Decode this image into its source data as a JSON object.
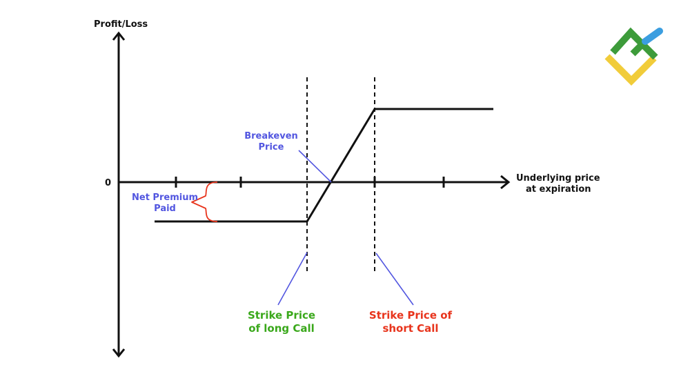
{
  "axes": {
    "y_label": "Profit/Loss",
    "zero_label": "0",
    "x_label_line1": "Underlying price",
    "x_label_line2": "at expiration"
  },
  "annotations": {
    "breakeven_line1": "Breakeven",
    "breakeven_line2": "Price",
    "net_premium_line1": "Net Premium",
    "net_premium_line2": "Paid",
    "long_call_line1": "Strike Price",
    "long_call_line2": "of long Call",
    "short_call_line1": "Strike Price of",
    "short_call_line2": "short Call"
  },
  "colors": {
    "axis": "#111111",
    "payoff": "#111111",
    "label_blue": "#5256e0",
    "brace_red": "#e8341c",
    "long_call_green": "#3aa81b",
    "short_call_red": "#e8341c",
    "logo_green": "#3d9b3a",
    "logo_yellow": "#f1cc3a",
    "logo_blue": "#3b9ee0"
  },
  "logo": {
    "icon": "bull-spread-logo-icon"
  }
}
